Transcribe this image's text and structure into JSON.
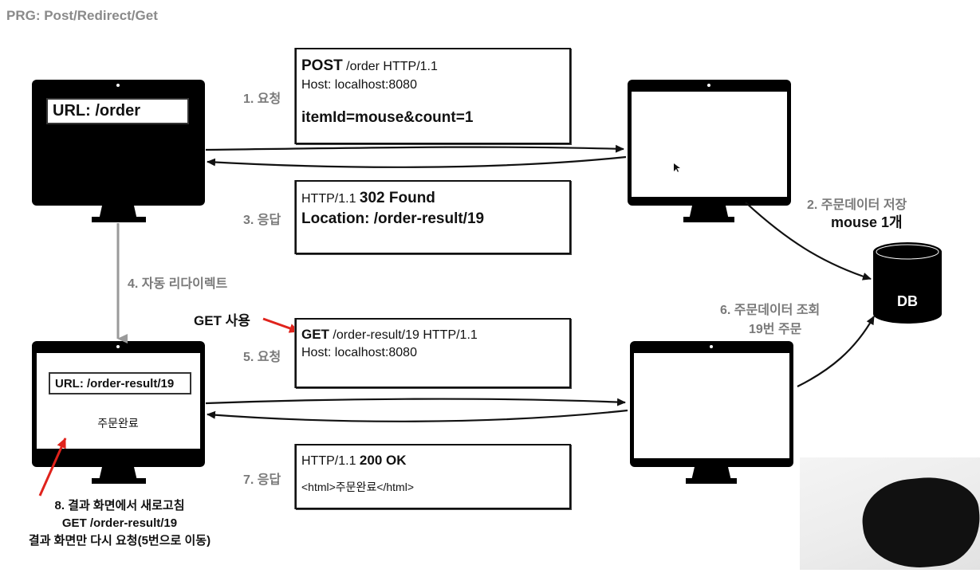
{
  "title": "PRG: Post/Redirect/Get",
  "client_top": {
    "url": "URL: /order"
  },
  "client_bottom": {
    "url": "URL: /order-result/19",
    "content": "주문완료"
  },
  "db": {
    "label": "DB"
  },
  "steps": {
    "s1": "1. 요청",
    "s2_line1": "2. 주문데이터 저장",
    "s2_line2": "mouse 1개",
    "s3": "3. 응답",
    "s4": "4. 자동 리다이렉트",
    "s5": "5. 요청",
    "s6_line1": "6. 주문데이터 조회",
    "s6_line2": "19번 주문",
    "s7": "7. 응답"
  },
  "messages": {
    "post_request": {
      "method": "POST",
      "request_line_rest": " /order HTTP/1.1",
      "host": "Host: localhost:8080",
      "body": "itemId=mouse&count=1"
    },
    "redirect_response": {
      "status_prefix": "HTTP/1.1 ",
      "status": "302 Found",
      "location": "Location: /order-result/19"
    },
    "get_request": {
      "method": "GET",
      "request_line_rest": " /order-result/19 HTTP/1.1",
      "host": "Host: localhost:8080"
    },
    "ok_response": {
      "status_prefix": "HTTP/1.1 ",
      "status": "200 OK",
      "body": "<html>주문완료</html>"
    }
  },
  "annotations": {
    "get_used": "GET 사용",
    "refresh_line1": "8. 결과 화면에서 새로고침",
    "refresh_line2": "GET /order-result/19",
    "refresh_line3": "결과 화면만 다시 요청(5번으로 이동)"
  },
  "colors": {
    "ink": "#111111",
    "note_grey": "#7a7a7a",
    "red_arrow": "#e0231c",
    "redirect_arrow": "#9a9a9a"
  }
}
